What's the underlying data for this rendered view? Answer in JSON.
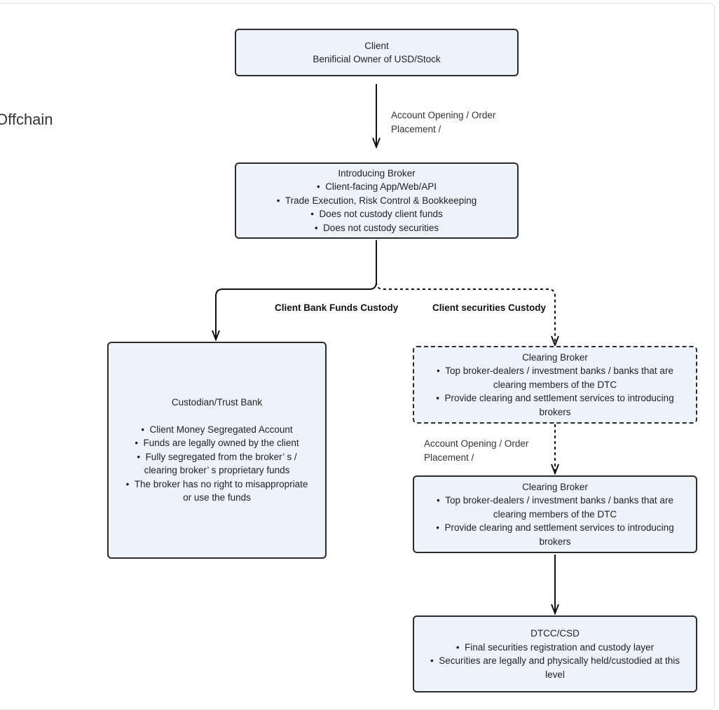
{
  "side_label": "Offchain",
  "nodes": {
    "client": {
      "title": "Client",
      "subtitle": "Benificial Owner of USD/Stock"
    },
    "introducing_broker": {
      "title": "Introducing Broker",
      "bullets": [
        "Client-facing App/Web/API",
        "Trade Execution, Risk Control & Bookkeeping",
        "Does not custody client funds",
        "Does not custody securities"
      ]
    },
    "custodian": {
      "title": "Custodian/Trust Bank",
      "bullets": [
        "Client Money Segregated Account",
        "Funds are legally owned by the client",
        "Fully segregated from the broker’ s / clearing broker’ s proprietary funds",
        "The broker has no right to misappropriate or use the funds"
      ]
    },
    "clearing_broker_1": {
      "title": "Clearing Broker",
      "bullets": [
        "Top broker-dealers / investment banks / banks that are clearing members of the DTC",
        "Provide clearing and settlement services to introducing brokers"
      ]
    },
    "clearing_broker_2": {
      "title": "Clearing Broker",
      "bullets": [
        "Top broker-dealers / investment banks / banks that are clearing members of the DTC",
        "Provide clearing and settlement services to introducing brokers"
      ]
    },
    "dtcc": {
      "title": "DTCC/CSD",
      "bullets": [
        "Final securities registration and custody layer",
        "Securities are legally and physically held/custodied at this level"
      ]
    }
  },
  "edges": {
    "client_to_ib": {
      "label": "Account Opening / Order Placement /"
    },
    "ib_to_custodian": {
      "label": "Client Bank Funds Custody"
    },
    "ib_to_clearing": {
      "label": "Client securities Custody"
    },
    "clearing_to_clearing": {
      "label": "Account Opening / Order Placement /"
    }
  }
}
